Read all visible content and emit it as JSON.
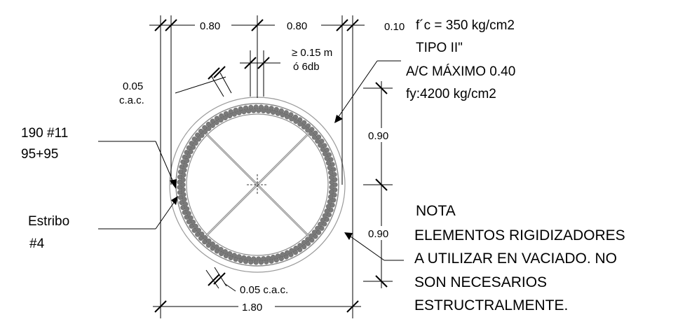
{
  "dimensions": {
    "top_left": "0.80",
    "top_mid": "0.80",
    "top_right": "0.10",
    "spacing": "≥ 0.15 m",
    "spacing_alt": "ó 6db",
    "cover_top_value": "0.05",
    "cover_top_unit": "c.a.c.",
    "height_upper": "0.90",
    "height_lower": "0.90",
    "cover_bottom": "0.05 c.a.c.",
    "diameter": "1.80"
  },
  "specs": {
    "concrete": "f´c = 350 kg/cm2",
    "cement_type": "TIPO II\"",
    "water_cement": "A/C MÁXIMO 0.40",
    "steel": "fy:4200 kg/cm2"
  },
  "rebar": {
    "line1": "190 #11",
    "line2": "95+95"
  },
  "stirrup": {
    "line1": "Estribo",
    "line2": "#4"
  },
  "note": {
    "title": "NOTA",
    "line1": "ELEMENTOS RIGIDIZADORES",
    "line2": "A UTILIZAR EN VACIADO. NO",
    "line3": "SON NECESARIOS",
    "line4": "ESTRUCTRALMENTE."
  },
  "colors": {
    "line": "#000000",
    "outer_circle": "#9a9a9a",
    "rebar": "#7a7a7a",
    "stiffener": "#8c8c8c"
  }
}
